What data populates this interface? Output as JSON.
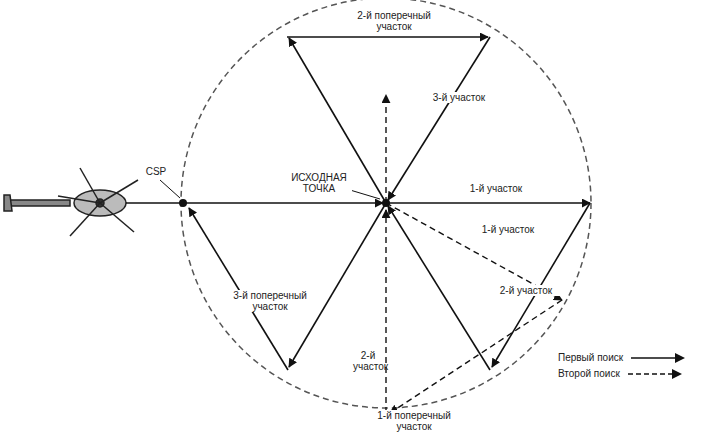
{
  "diagram": {
    "labels": [
      "2-й поперечный участок",
      "3-й участок",
      "ИСХОДНАЯ ТОЧКА",
      "CSP",
      "1-й участок",
      "1-й участок",
      "2-й участок",
      "2-й участок",
      "3-й поперечный участок",
      "1-й поперечный участок"
    ],
    "legend": [
      {
        "text": "Первый поиск"
      },
      {
        "text": "Второй поиск"
      }
    ]
  }
}
